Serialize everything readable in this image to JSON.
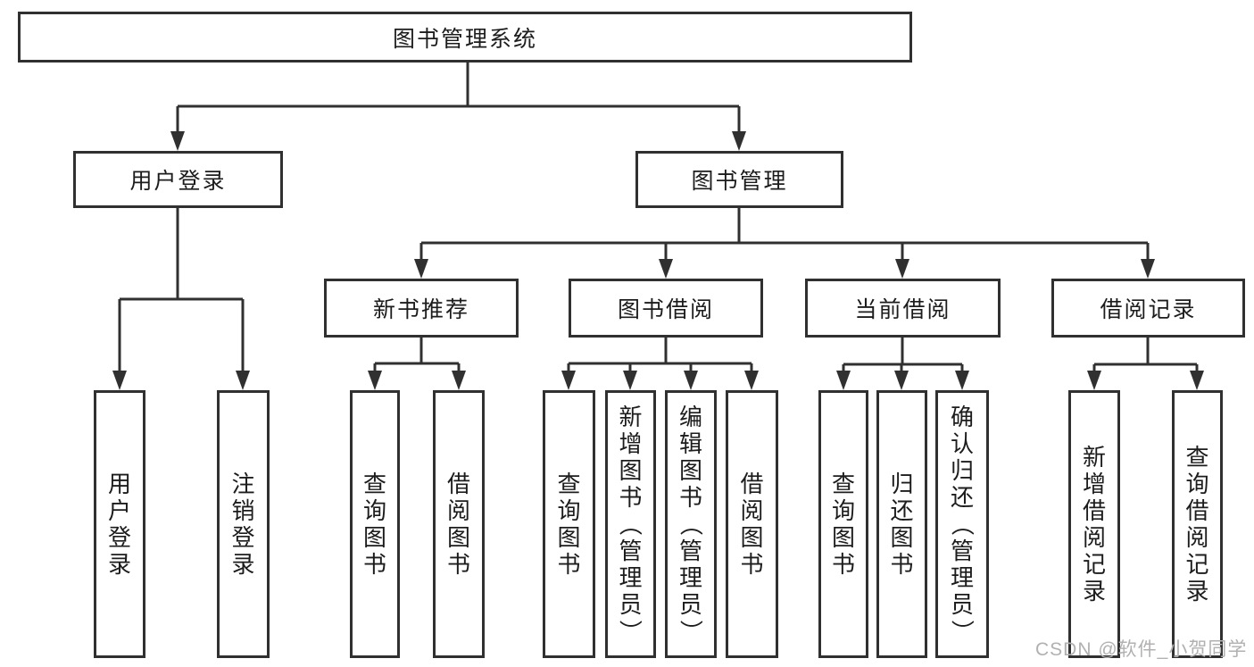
{
  "tree": {
    "label": "图书管理系统",
    "children": [
      {
        "label": "用户登录",
        "children": [
          {
            "label": "用户登录"
          },
          {
            "label": "注销登录"
          }
        ]
      },
      {
        "label": "图书管理",
        "children": [
          {
            "label": "新书推荐",
            "children": [
              {
                "label": "查询图书"
              },
              {
                "label": "借阅图书"
              }
            ]
          },
          {
            "label": "图书借阅",
            "children": [
              {
                "label": "查询图书"
              },
              {
                "label": "新增图书（管理员）"
              },
              {
                "label": "编辑图书（管理员）"
              },
              {
                "label": "借阅图书"
              }
            ]
          },
          {
            "label": "当前借阅",
            "children": [
              {
                "label": "查询图书"
              },
              {
                "label": "归还图书"
              },
              {
                "label": "确认归还（管理员）"
              }
            ]
          },
          {
            "label": "借阅记录",
            "children": [
              {
                "label": "新增借阅记录"
              },
              {
                "label": "查询借阅记录"
              }
            ]
          }
        ]
      }
    ]
  },
  "watermark": {
    "text": "CSDN @软件_小贺同学"
  },
  "colors": {
    "line": "#303030",
    "text": "#1c1c1c",
    "watermark": "#b2b0b0",
    "background": "#ffffff"
  }
}
